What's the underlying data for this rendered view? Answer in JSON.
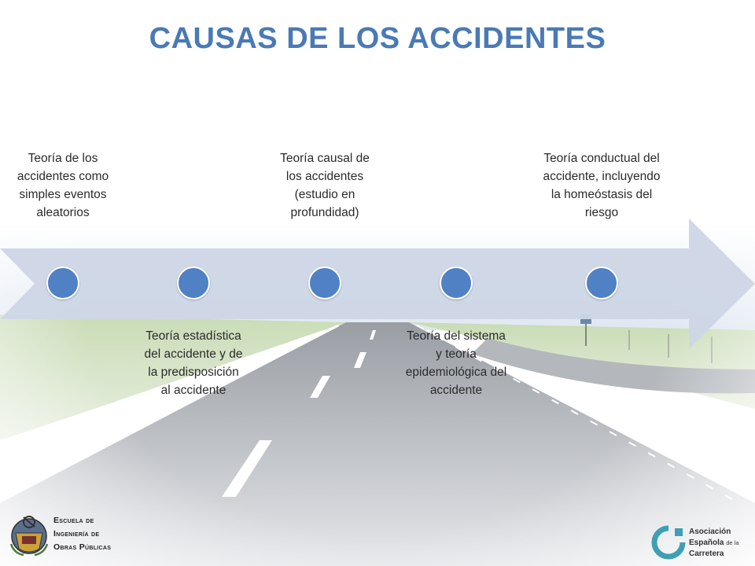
{
  "title": "CAUSAS DE LOS ACCIDENTES",
  "colors": {
    "title": "#4a7ab5",
    "node": "#4f81c4",
    "arrow": "#cdd6e6"
  },
  "stages": {
    "s1": "Teoría de los accidentes como simples eventos aleatorios",
    "s2": "Teoría estadística del accidente y de la predisposición al accidente",
    "s3": "Teoría causal de los accidentes (estudio en profundidad)",
    "s4": "Teoría del sistema y teoría epidemiológica del accidente",
    "s5": "Teoría conductual del accidente, incluyendo la homeóstasis del riesgo"
  },
  "logos": {
    "left": {
      "line1": "Escuela de",
      "line2": "Ingeniería de",
      "line3": "Obras Públicas"
    },
    "right": {
      "line1": "Asociación",
      "line2": "Española",
      "line2_small": "de la",
      "line3": "Carretera"
    }
  }
}
